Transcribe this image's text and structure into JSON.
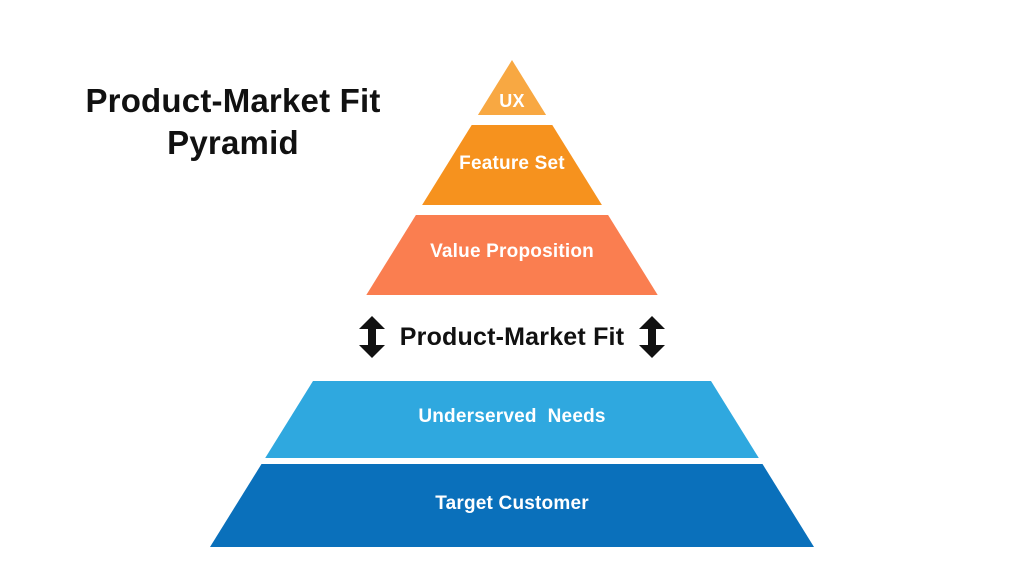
{
  "title": {
    "line1": "Product-Market Fit",
    "line2": "Pyramid"
  },
  "pyramid": {
    "layers": [
      {
        "id": "ux",
        "label": "UX",
        "color": "#F8A842"
      },
      {
        "id": "feature-set",
        "label": "Feature Set",
        "color": "#F6921E"
      },
      {
        "id": "value-proposition",
        "label": "Value Proposition",
        "color": "#FA7E50"
      },
      {
        "id": "underserved-needs",
        "label": "Underserved  Needs",
        "color": "#2FA8DF"
      },
      {
        "id": "target-customer",
        "label": "Target Customer",
        "color": "#0A70BB"
      }
    ]
  },
  "pmf_row": {
    "label": "Product-Market Fit",
    "left_arrow_icon": "up-down-arrow",
    "right_arrow_icon": "up-down-arrow",
    "arrow_color": "#111111"
  },
  "colors": {
    "background": "#FFFFFF",
    "heading_text": "#111111",
    "layer_label_text": "#FFFFFF"
  }
}
